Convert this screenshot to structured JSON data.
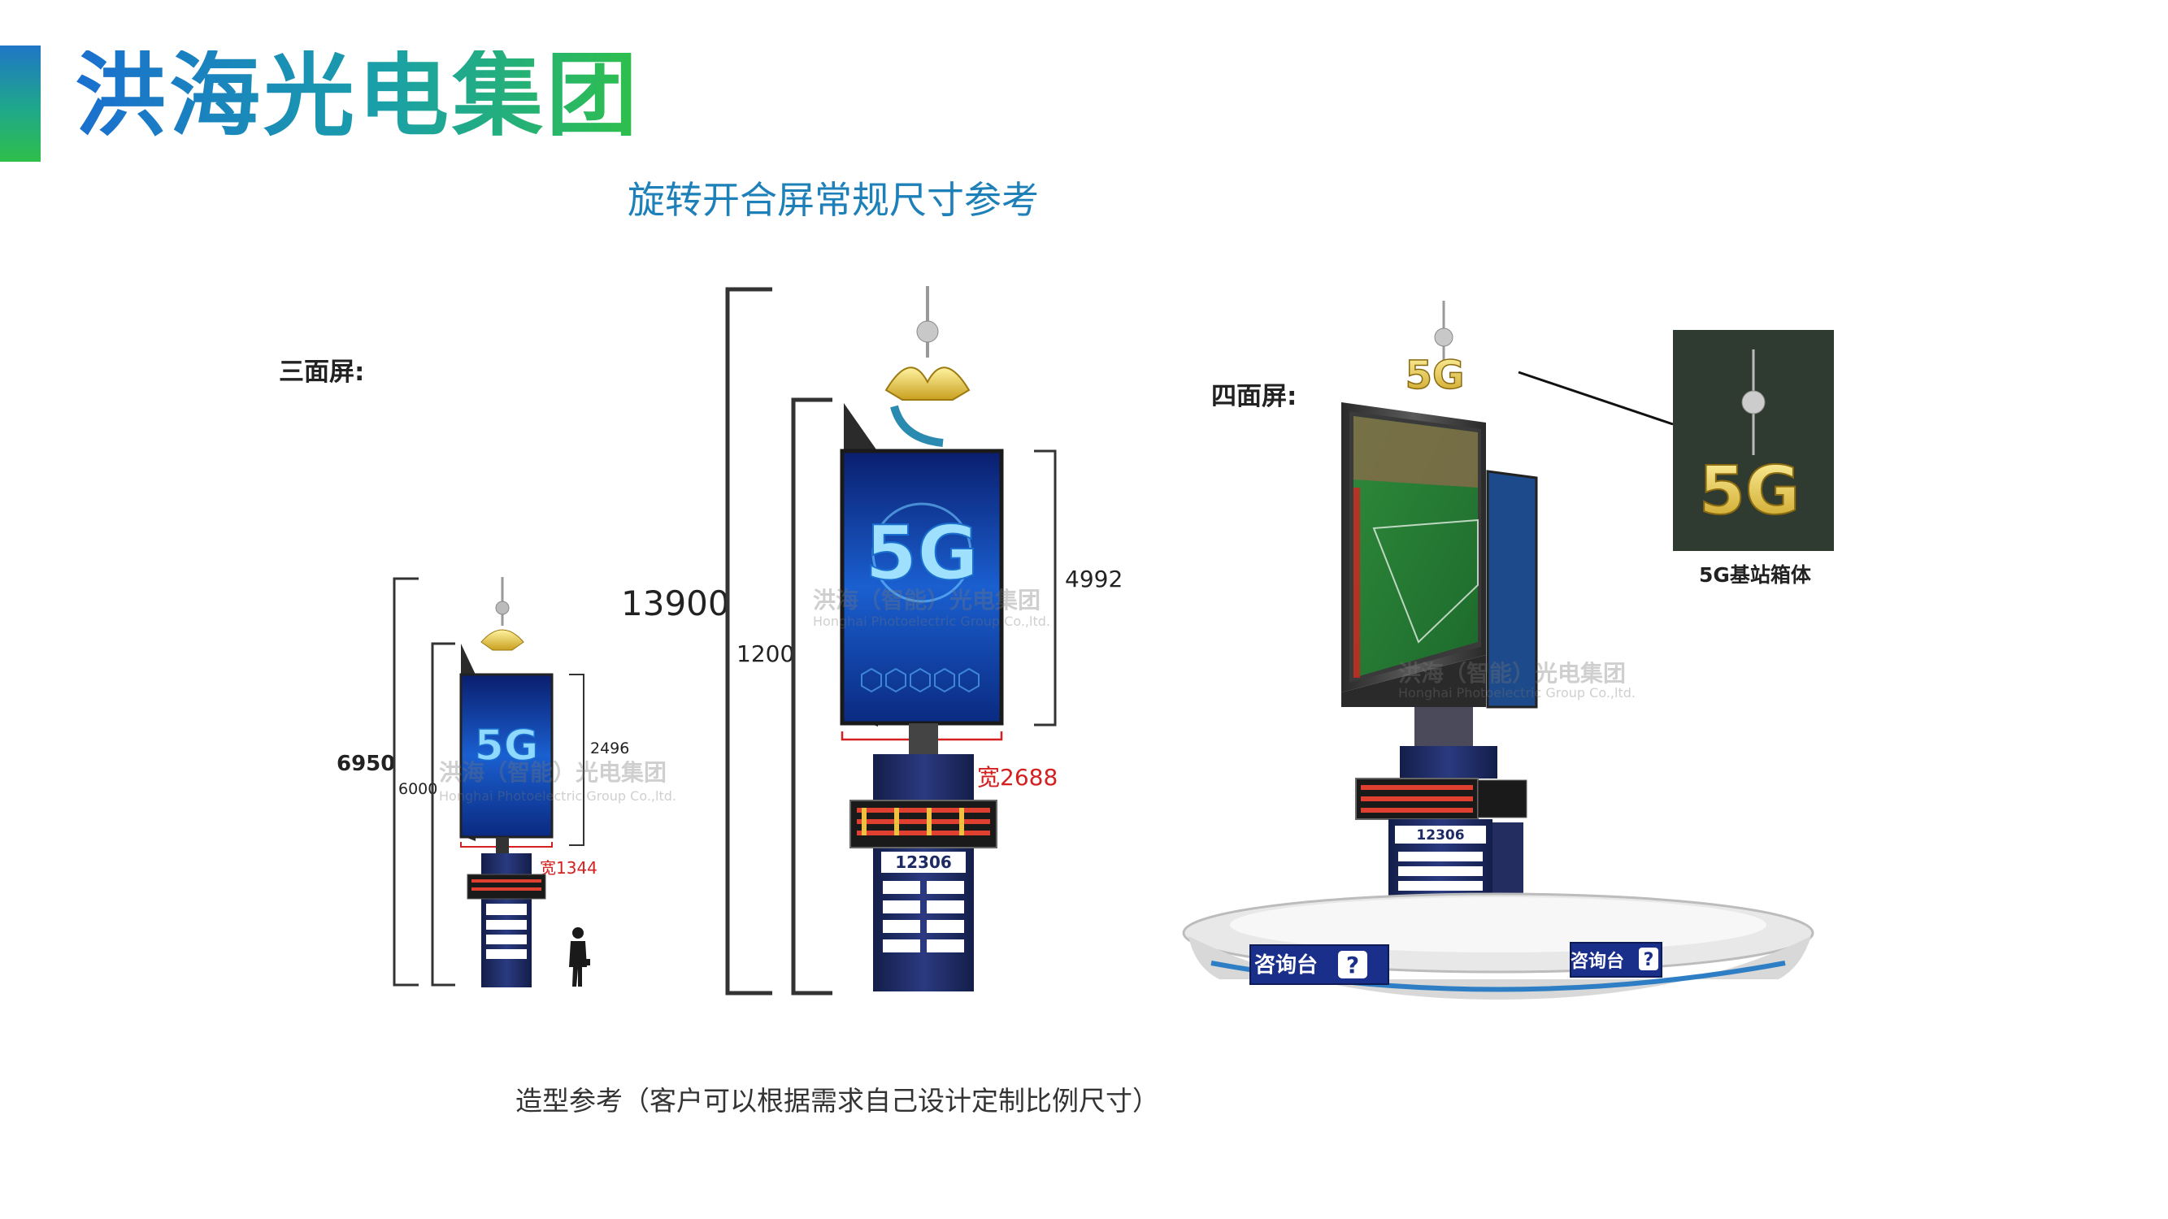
{
  "header": {
    "brand": "洪海光电集团"
  },
  "subtitle": "旋转开合屏常规尺寸参考",
  "three_face": {
    "label": "三面屏:",
    "total_height": "6950",
    "pole_height": "6000",
    "screen_height": "2496",
    "screen_width": "宽1344"
  },
  "large": {
    "total_height": "13900",
    "pole_height": "1200",
    "screen_height": "4992",
    "screen_width": "宽2688"
  },
  "four_face": {
    "label": "四面屏:",
    "callout": "5G基站箱体",
    "desk_text": "咨询台"
  },
  "screen_art": {
    "badge": "5G",
    "ticket": "12306"
  },
  "watermark": {
    "cn": "洪海（智能）光电集团",
    "en": "Honghai Photoelectric Group Co.,ltd."
  },
  "footer": "造型参考（客户可以根据需求自己设计定制比例尺寸）",
  "colors": {
    "brand_blue": "#1a6fcf",
    "brand_green": "#2fc04a",
    "navy": "#1d2a63",
    "dim_red": "#d42020"
  }
}
